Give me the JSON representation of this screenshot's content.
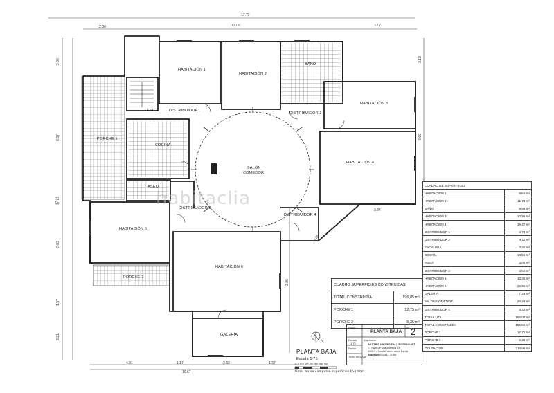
{
  "rooms": {
    "habitacion1": "HABITACIÓN 1",
    "habitacion2": "HABITACIÓN 2",
    "habitacion3": "HABITACIÓN 3",
    "habitacion4": "HABITACIÓN 4",
    "habitacion5": "HABITACIÓN 5",
    "habitacion6": "HABITACIÓN 6",
    "bano": "BAÑO",
    "esc": "ESC",
    "distribuidor1": "DISTRIBUIDOR1",
    "distribuidor2": "DISTRIBUIDOR 2",
    "distribuidor3": "DISTRIBUIDOR 3",
    "distribuidor4": "DISTRIBUIDOR 4",
    "porche1": "PORCHE 1",
    "porche2": "PORCHE 2",
    "cocina": "COCINA",
    "aseo": "ASEO",
    "salon_line1": "SALÓN",
    "salon_line2": "COMEDOR",
    "galeria": "GALERÍA"
  },
  "dimensions": {
    "top_total": "17.72",
    "top_left": "2.00",
    "top_mid": "12.00",
    "top_right": "3.72",
    "bottom_total": "10.67",
    "bottom_1": "4.31",
    "bottom_2": "1.17",
    "bottom_3": "3.82",
    "bottom_4": "1.37",
    "left_total": "17.28",
    "left_1": "2.06",
    "left_2": "6.37",
    "left_3": "5.03",
    "left_4": "1.57",
    "left_5": "2.21",
    "right_1": "3.18",
    "right_2": "6.80",
    "mid_right": "3.84",
    "diag": "4.55",
    "vert_mid": "2.86"
  },
  "watermark": "habitaclia",
  "surfaces_table": {
    "header": "CUADRO DE SUPERFICIES",
    "rows": [
      {
        "name": "HABITACIÓN 1",
        "value": "9,64 m²"
      },
      {
        "name": "HABITACIÓN 2",
        "value": "11,73 m²"
      },
      {
        "name": "BAÑO",
        "value": "8,94 m²"
      },
      {
        "name": "HABITACIÓN 3",
        "value": "10,99 m²"
      },
      {
        "name": "HABITACIÓN 4",
        "value": "19,27 m²"
      },
      {
        "name": "DISTRIBUIDOR 1",
        "value": "4,76 m²"
      },
      {
        "name": "DISTRIBUIDOR 2",
        "value": "4,11 m²"
      },
      {
        "name": "ESCALERA",
        "value": "3,30 m²"
      },
      {
        "name": "COCINA",
        "value": "10,56 m²"
      },
      {
        "name": "ASEO",
        "value": "3,06 m²"
      },
      {
        "name": "DISTRIBUIDOR 3",
        "value": "4,64 m²"
      },
      {
        "name": "HABITACIÓN 5",
        "value": "13,35 m²"
      },
      {
        "name": "HABITACIÓN 6",
        "value": "25,61 m²"
      },
      {
        "name": "GALERÍA",
        "value": "7,25 m²"
      },
      {
        "name": "SALÓN/COMEDOR",
        "value": "24,29 m²"
      },
      {
        "name": "DISTRIBUIDOR 4",
        "value": "4,23 m²"
      },
      {
        "name": "TOTAL ÚTIL",
        "value": "166,07 m²"
      },
      {
        "name": "TOTAL CONSTRUIDA",
        "value": "196,85 m²"
      },
      {
        "name": "PORCHE 1",
        "value": "12,75 m²"
      },
      {
        "name": "PORCHE 2",
        "value": "5,35 m²"
      },
      {
        "name": "OCUPACIÓN",
        "value": "214,94 m²"
      }
    ]
  },
  "built_table": {
    "header": "CUADRO SUPERFICIES CONSTRUIDAS",
    "rows": [
      {
        "name": "TOTAL CONSTRUIDA",
        "value": "196,85 m²"
      },
      {
        "name": "PORCHE 1",
        "value": "12,75 m²"
      },
      {
        "name": "PORCHE 2",
        "value": "5,35 m²"
      }
    ]
  },
  "title_block": {
    "plano_label": "Plano",
    "plano_title": "PLANTA BAJA",
    "num_label": "nº",
    "plano_number": "2",
    "escala_label": "Escala",
    "escala_value": "1:75",
    "arquitecto_label": "Arquitecto",
    "arquitecto_name": "BEATRIZ NIEVES DIAZ RODRIGUEZ",
    "address_line1": "C/ Sant de Valldonzella 28",
    "address_line2": "08017 - Sant Andreu de la Barca - Barcelona",
    "phone": "TEL/FAX: 93 582 31 84",
    "fecha_label": "Fecha",
    "fecha_value": "Junio de 2008"
  },
  "caption": {
    "title": "PLANTA BAJA",
    "scale": "Escala 1:75",
    "scale_ticks": "0  0,5m  1m     2m     3m     4m     5m",
    "note": "Note: No se computan superficies h>1,50m.",
    "north": "N"
  }
}
